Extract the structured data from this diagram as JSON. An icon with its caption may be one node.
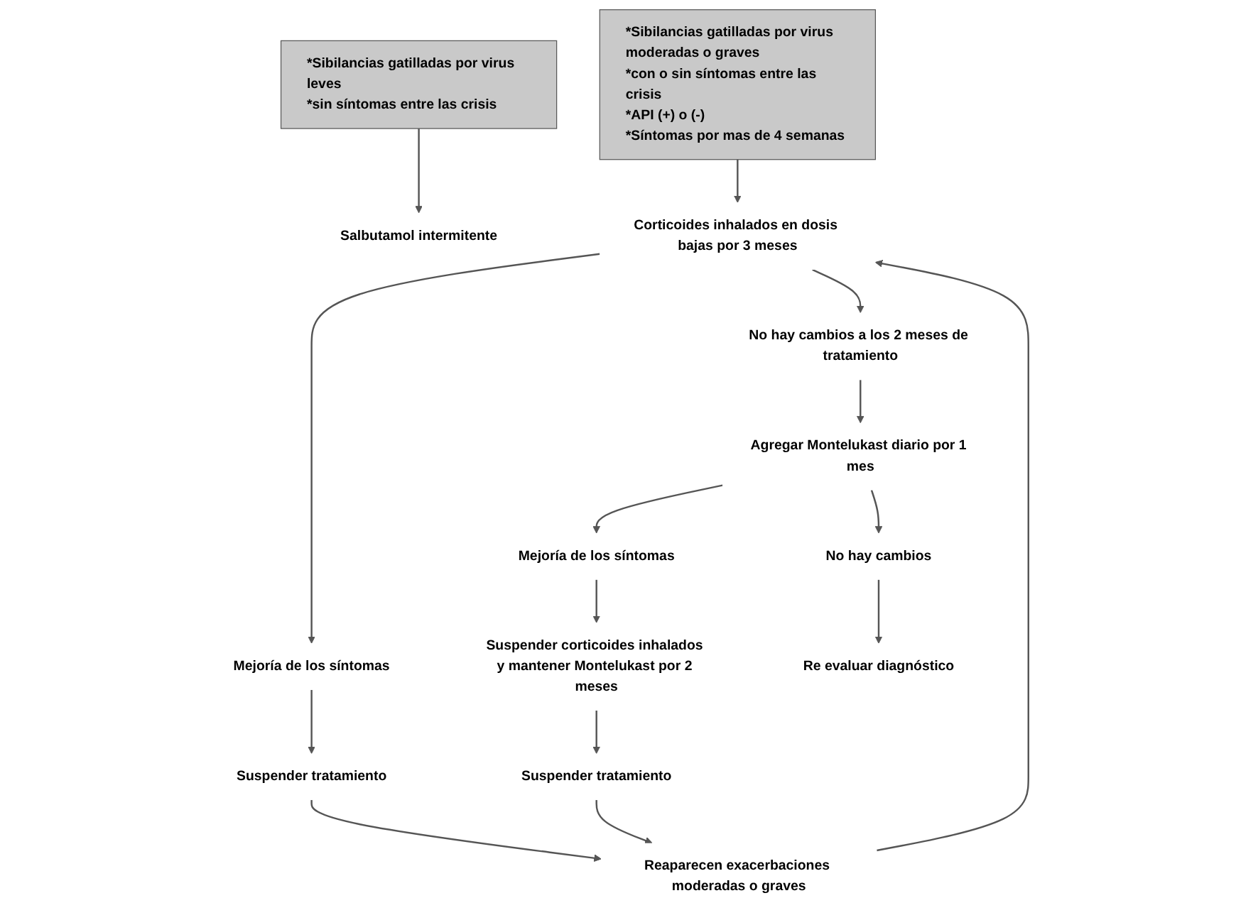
{
  "diagram": {
    "nodes": [
      {
        "text": [
          "*Sibilancias gatilladas por virus leves",
          "*sin síntomas entre las crisis"
        ]
      },
      {
        "text": [
          "Salbutamol intermitente"
        ]
      },
      {
        "text": [
          "*Sibilancias gatilladas por virus moderadas o graves",
          "*con o sin síntomas entre las crisis",
          "*API (+) o (-)",
          "*Síntomas por mas de 4 semanas"
        ]
      },
      {
        "text": [
          "Corticoides inhalados en dosis bajas por 3 meses"
        ]
      },
      {
        "text": [
          "No hay cambios a los 2 meses de tratamiento"
        ]
      },
      {
        "text": [
          "Mejoría de los síntomas"
        ]
      },
      {
        "text": [
          "Agregar Montelukast diario por 1 mes"
        ]
      },
      {
        "text": [
          "Suspender tratamiento"
        ]
      },
      {
        "text": [
          "Mejoría de los síntomas"
        ]
      },
      {
        "text": [
          "No hay cambios"
        ]
      },
      {
        "text": [
          "Suspender corticoides inhalados y mantener Montelukast por 2 meses"
        ]
      },
      {
        "text": [
          "Re evaluar diagnóstico"
        ]
      },
      {
        "text": [
          "Suspender tratamiento"
        ]
      },
      {
        "text": [
          "Reaparecen exacerbaciones moderadas o graves"
        ]
      }
    ],
    "edges": [
      {
        "from": 0,
        "to": 1,
        "arrow": "to"
      },
      {
        "from": 2,
        "to": 3,
        "arrow": "to"
      },
      {
        "from": 3,
        "to": 4,
        "arrow": "to"
      },
      {
        "from": 3,
        "to": 5,
        "arrow": "to"
      },
      {
        "from": 5,
        "to": 7,
        "arrow": "to"
      },
      {
        "from": 4,
        "to": 6,
        "arrow": "to"
      },
      {
        "from": 6,
        "to": 8,
        "arrow": "to"
      },
      {
        "from": 6,
        "to": 9,
        "arrow": "to"
      },
      {
        "from": 7,
        "to": 13,
        "arrow": "to"
      },
      {
        "from": 8,
        "to": 10,
        "arrow": "to"
      },
      {
        "from": 9,
        "to": 11,
        "arrow": "to"
      },
      {
        "from": 10,
        "to": 12,
        "arrow": "to"
      },
      {
        "from": 12,
        "to": 13,
        "arrow": "to"
      },
      {
        "from": 13,
        "to": 3,
        "arrow": "to"
      }
    ]
  }
}
